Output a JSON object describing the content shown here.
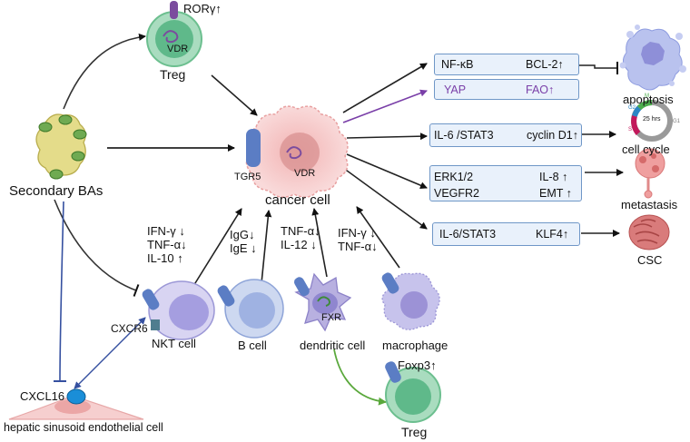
{
  "labels": {
    "ror_gamma": "RORγ↑",
    "vdr_treg": "VDR",
    "treg_top": "Treg",
    "secondary_bas": "Secondary BAs",
    "tgr5": "TGR5",
    "vdr_cancer": "VDR",
    "cancer_cell": "cancer cell",
    "cxcr6": "CXCR6",
    "nkt_cell": "NKT cell",
    "b_cell": "B cell",
    "fxr": "FXR",
    "dendritic_cell": "dendritic cell",
    "macrophage": "macrophage",
    "foxp3": "Foxp3↑",
    "treg_bottom": "Treg",
    "cxcl16": "CXCL16",
    "hsec": "hepatic sinusoid endothelial cell",
    "apoptosis": "apoptosis",
    "cell_cycle": "cell cycle",
    "metastasis": "metastasis",
    "csc": "CSC",
    "cycle_hours": "25 hrs",
    "cycle_m": "M",
    "cycle_g2": "G2",
    "cycle_s": "S",
    "cycle_g1": "G1"
  },
  "cytokines": {
    "nkt": [
      "IFN-γ ↓",
      "TNF-α↓",
      "IL-10 ↑"
    ],
    "b": [
      "IgG↓",
      "IgE ↓"
    ],
    "dendritic": [
      "TNF-α↓",
      "IL-12  ↓"
    ],
    "macrophage": [
      "IFN-γ ↓",
      "TNF-α↓"
    ]
  },
  "pathways": {
    "p1": {
      "from": "NF-κB",
      "to": "BCL-2↑"
    },
    "p2": {
      "from": "YAP",
      "to": "FAO↑"
    },
    "p3": {
      "from": "IL-6 /STAT3",
      "to": "cyclin D1↑"
    },
    "p4a": {
      "from": "ERK1/2",
      "to": "IL-8  ↑"
    },
    "p4b": {
      "from": "VEGFR2",
      "to": "EMT ↑"
    },
    "p5": {
      "from": "IL-6/STAT3",
      "to": "KLF4↑"
    }
  },
  "colors": {
    "treg_fill": "#5fb98a",
    "cancer_fill": "#f6c9c9",
    "nkt_fill": "#b5b4e8",
    "bcell_fill": "#b9c8ea",
    "dc_fill": "#b8b0e0",
    "receptor": "#5b7dc4",
    "ror_receptor": "#7b4c9e",
    "ba_fill": "#e4dc8a",
    "ba_green": "#6faa52",
    "box_fill": "#e9f1fb",
    "box_border": "#6f97c7",
    "yap_purple": "#7a3fa8",
    "green_arrow": "#5aa83c",
    "blue_line": "#3550a0"
  }
}
